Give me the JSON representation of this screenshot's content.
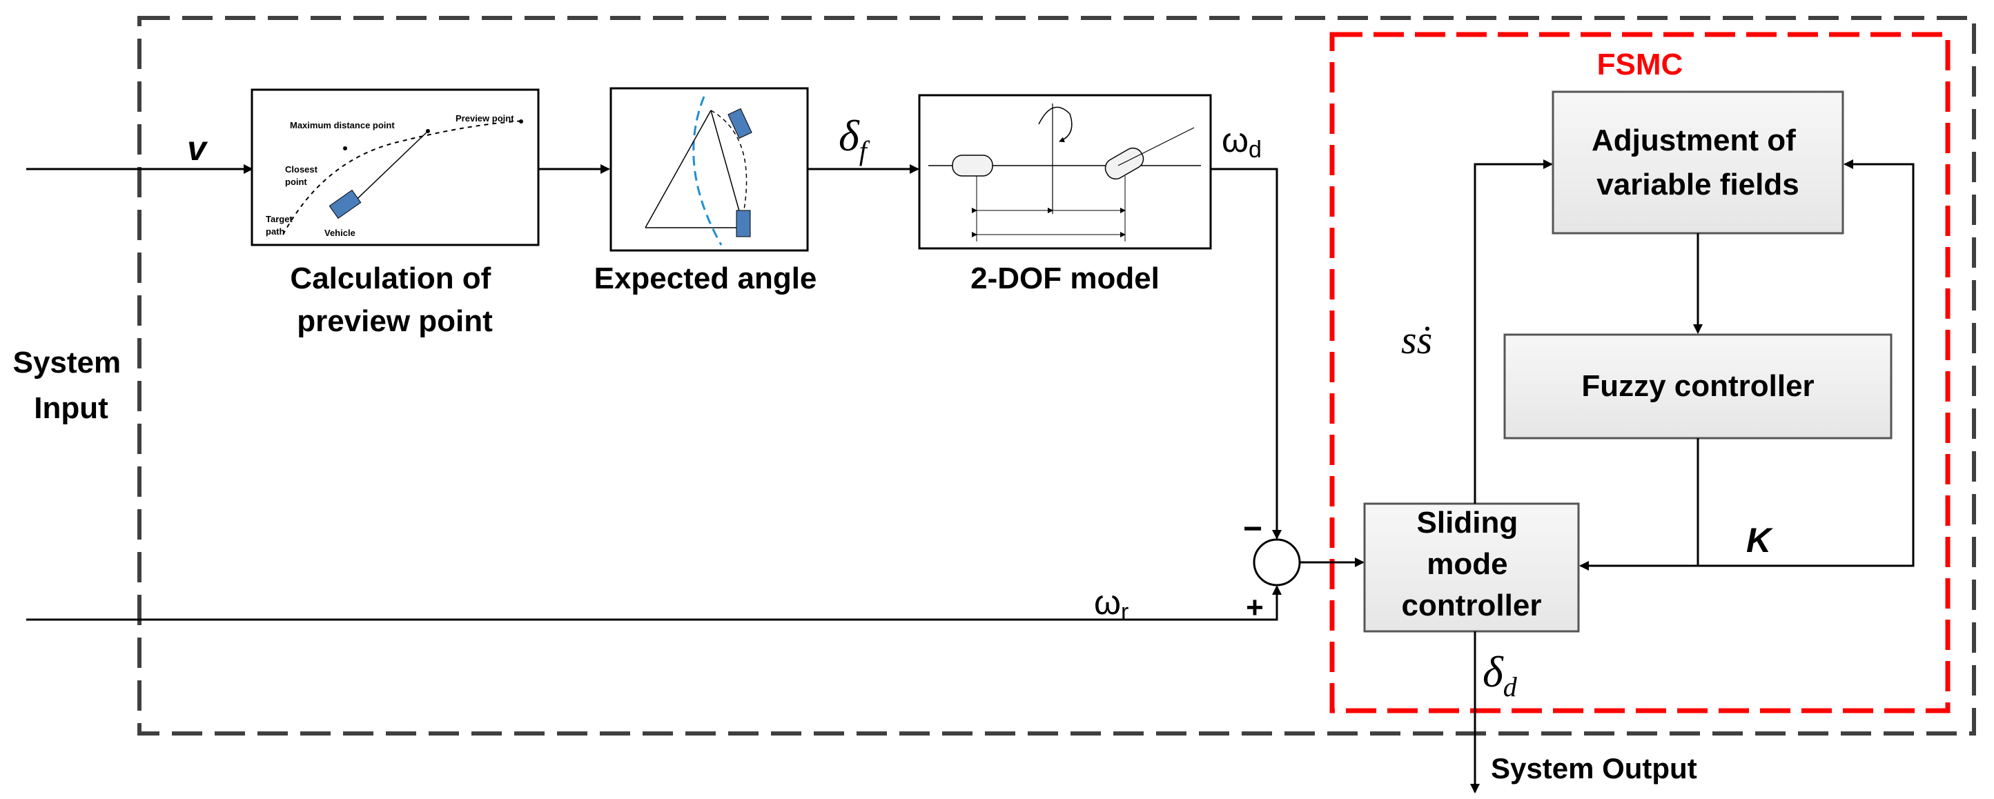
{
  "labels": {
    "system_input": [
      "System",
      "Input"
    ],
    "system_output": "System Output",
    "fsmc": "FSMC",
    "v": "v",
    "delta_f": "δ",
    "delta_f_sub": "f",
    "omega_d": "ω",
    "omega_d_sub": "d",
    "omega_r": "ω",
    "omega_r_sub": "r",
    "delta_d": "δ",
    "delta_d_sub": "d",
    "k": "K",
    "s_sdot": "sṡ",
    "minus": "−",
    "plus": "+"
  },
  "blocks": {
    "preview": {
      "caption": [
        "Calculation of",
        "preview point"
      ],
      "image_labels": {
        "max_distance": "Maximum distance point",
        "preview_point": "Preview point",
        "closest_point": [
          "Closest",
          "point"
        ],
        "target_path": [
          "Target",
          "path"
        ],
        "vehicle": "Vehicle"
      }
    },
    "angle": {
      "caption": "Expected angle"
    },
    "dof": {
      "caption": "2-DOF model"
    },
    "adjust": {
      "lines": [
        "Adjustment of",
        "variable fields"
      ]
    },
    "fuzzy": {
      "label": "Fuzzy controller"
    },
    "sliding": {
      "lines": [
        "Sliding",
        "mode",
        "controller"
      ]
    }
  },
  "colors": {
    "line": "#000000",
    "outer_border": "#404040",
    "fsmc_border": "#ff0000",
    "fsmc_label": "#ff0000",
    "block_fill": "#f2f2f2",
    "block_border": "#555555",
    "vehicle_fill": "#4a7ebb",
    "dashed_path": "#1f8fd0"
  }
}
